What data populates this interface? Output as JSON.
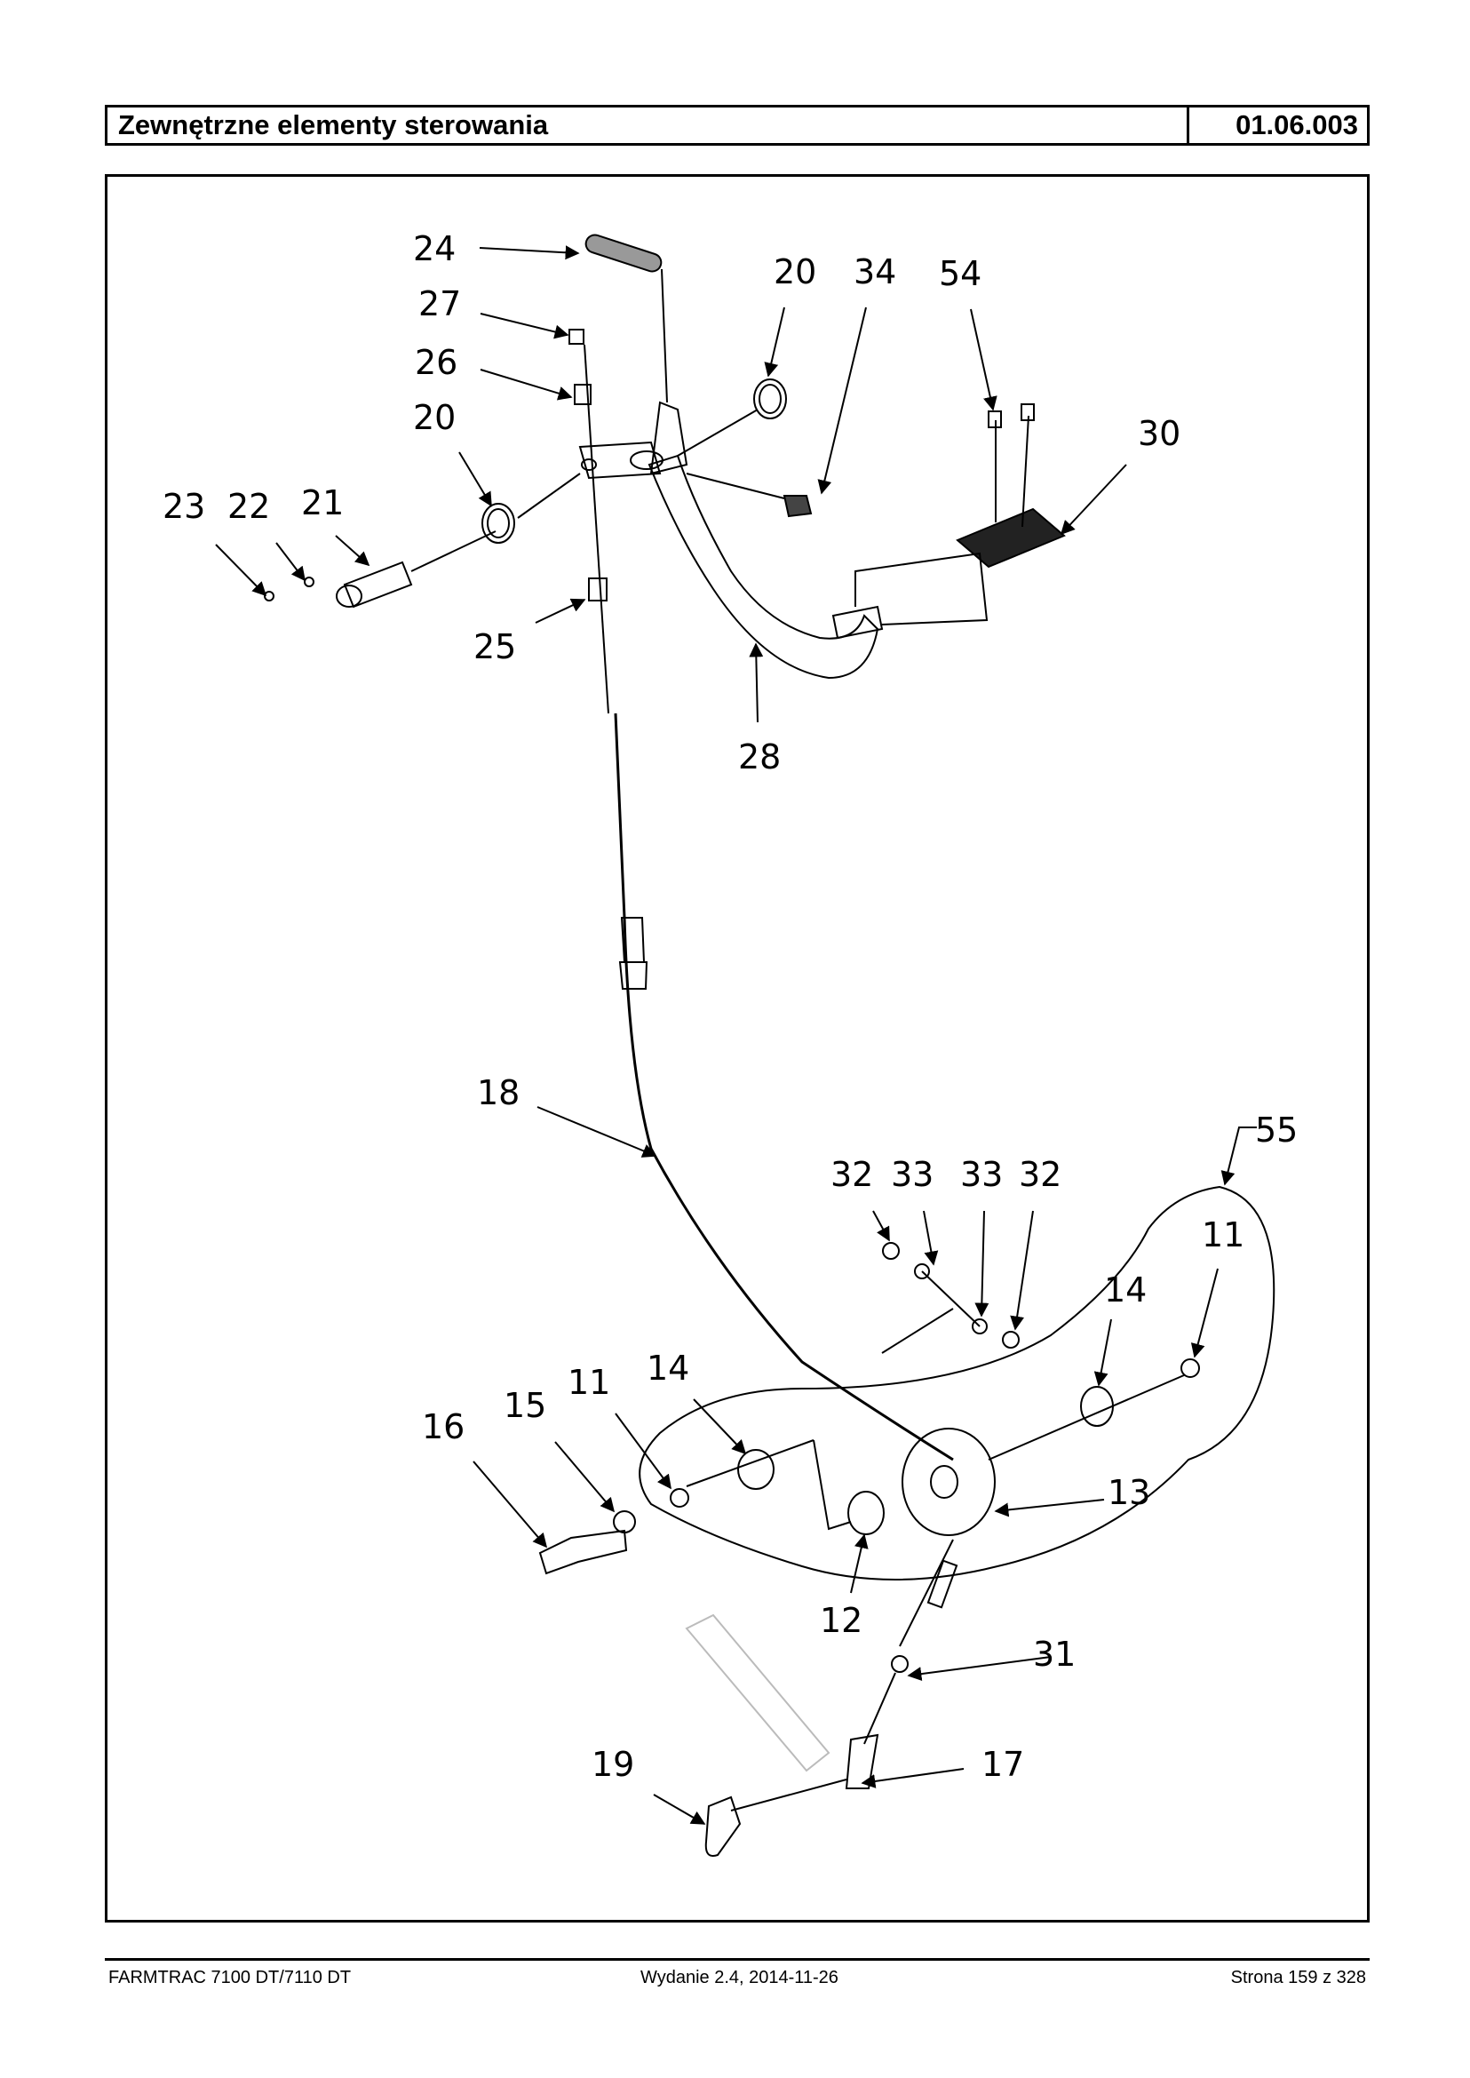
{
  "header": {
    "title": "Zewnętrzne elementy sterowania",
    "code": "01.06.003"
  },
  "diagram": {
    "labels": [
      {
        "id": "l24",
        "text": "24"
      },
      {
        "id": "l27",
        "text": "27"
      },
      {
        "id": "l26",
        "text": "26"
      },
      {
        "id": "l20a",
        "text": "20"
      },
      {
        "id": "l20b",
        "text": "20"
      },
      {
        "id": "l34",
        "text": "34"
      },
      {
        "id": "l54",
        "text": "54"
      },
      {
        "id": "l30",
        "text": "30"
      },
      {
        "id": "l23",
        "text": "23"
      },
      {
        "id": "l22",
        "text": "22"
      },
      {
        "id": "l21",
        "text": "21"
      },
      {
        "id": "l25",
        "text": "25"
      },
      {
        "id": "l28",
        "text": "28"
      },
      {
        "id": "l18",
        "text": "18"
      },
      {
        "id": "l55",
        "text": "55"
      },
      {
        "id": "l32a",
        "text": "32"
      },
      {
        "id": "l33a",
        "text": "33"
      },
      {
        "id": "l33b",
        "text": "33"
      },
      {
        "id": "l32b",
        "text": "32"
      },
      {
        "id": "l11a",
        "text": "11"
      },
      {
        "id": "l14a",
        "text": "14"
      },
      {
        "id": "l16",
        "text": "16"
      },
      {
        "id": "l15",
        "text": "15"
      },
      {
        "id": "l11b",
        "text": "11"
      },
      {
        "id": "l14b",
        "text": "14"
      },
      {
        "id": "l13",
        "text": "13"
      },
      {
        "id": "l12",
        "text": "12"
      },
      {
        "id": "l31",
        "text": "31"
      },
      {
        "id": "l19",
        "text": "19"
      },
      {
        "id": "l17",
        "text": "17"
      }
    ]
  },
  "footer": {
    "left": "FARMTRAC 7100 DT/7110 DT",
    "middle": "Wydanie 2.4,  2014-11-26",
    "right": "Strona 159 z 328"
  }
}
